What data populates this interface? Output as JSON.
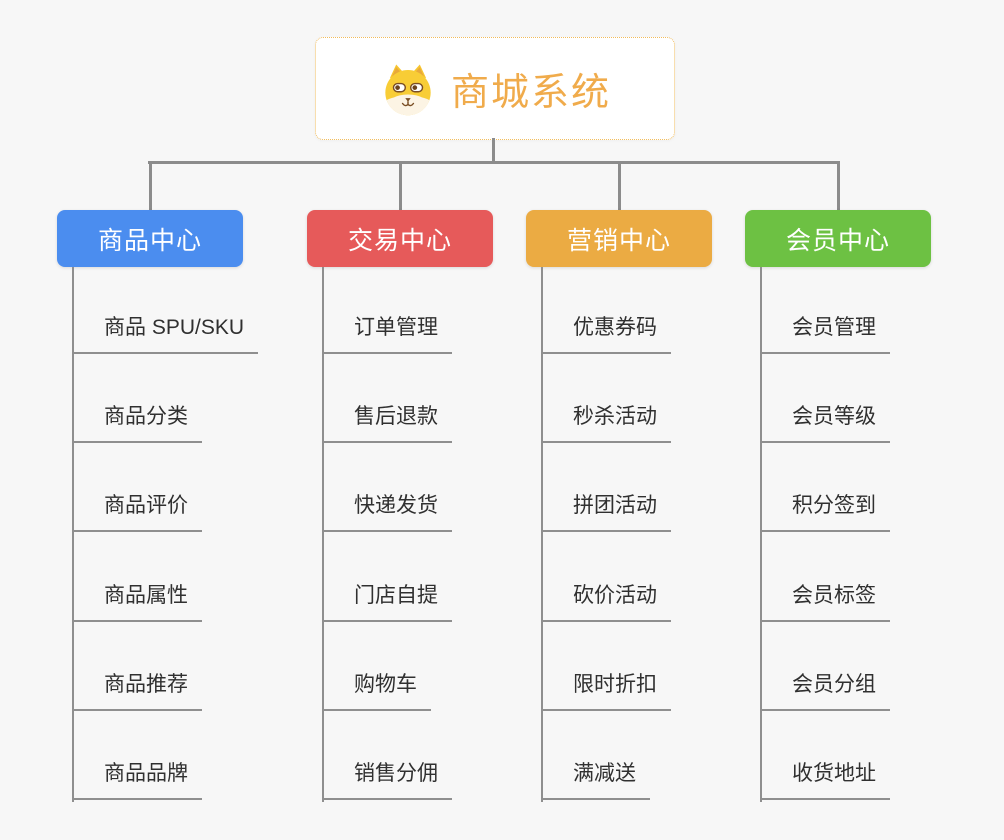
{
  "root": {
    "title": "商城系统",
    "icon": "dog-face-icon",
    "text_color": "#F0AB4B",
    "border_color": "#F2BC5C",
    "background": "#FFFFFF"
  },
  "colors": {
    "page_background": "#F7F7F7",
    "connector": "#8C8C8C",
    "leaf_text": "#303030",
    "branch_text": "#FFFFFF"
  },
  "columns": [
    {
      "label": "商品中心",
      "color": "#4B8DEF",
      "items": [
        "商品 SPU/SKU",
        "商品分类",
        "商品评价",
        "商品属性",
        "商品推荐",
        "商品品牌"
      ]
    },
    {
      "label": "交易中心",
      "color": "#E65A5A",
      "items": [
        "订单管理",
        "售后退款",
        "快递发货",
        "门店自提",
        "购物车",
        "销售分佣"
      ]
    },
    {
      "label": "营销中心",
      "color": "#EBAB43",
      "items": [
        "优惠券码",
        "秒杀活动",
        "拼团活动",
        "砍价活动",
        "限时折扣",
        "满减送"
      ]
    },
    {
      "label": "会员中心",
      "color": "#6DC143",
      "items": [
        "会员管理",
        "会员等级",
        "积分签到",
        "会员标签",
        "会员分组",
        "收货地址"
      ]
    }
  ]
}
